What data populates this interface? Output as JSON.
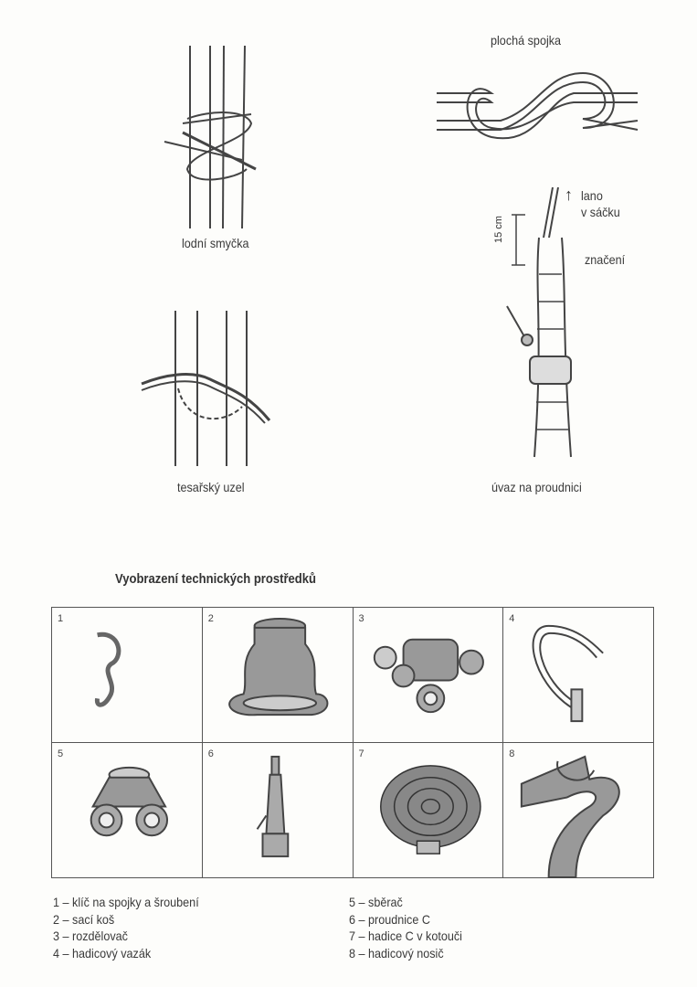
{
  "knots": {
    "lodni_smycka": "lodní smyčka",
    "placha_spojka": "plochá spojka",
    "tesarsky_uzel": "tesařský uzel",
    "uvaz_na_proudnici": "úvaz na proudnici",
    "lano_line1": "lano",
    "lano_line2": "v sáčku",
    "measure": "15 cm",
    "znaceni": "značení"
  },
  "section_title": "Vyobrazení technických prostředků",
  "grid": {
    "cells": [
      {
        "num": "1",
        "icon": "key-icon"
      },
      {
        "num": "2",
        "icon": "suction-basket-icon"
      },
      {
        "num": "3",
        "icon": "distributor-icon"
      },
      {
        "num": "4",
        "icon": "hose-strap-icon"
      },
      {
        "num": "5",
        "icon": "collector-icon"
      },
      {
        "num": "6",
        "icon": "nozzle-icon"
      },
      {
        "num": "7",
        "icon": "hose-roll-icon"
      },
      {
        "num": "8",
        "icon": "hose-carrier-icon"
      }
    ]
  },
  "legend": [
    "1 – klíč na spojky a šroubení",
    "2 – sací koš",
    "3 – rozdělovač",
    "4 – hadicový vazák",
    "5 – sběrač",
    "6 – proudnice C",
    "7 – hadice C v kotouči",
    "8 – hadicový nosič"
  ]
}
